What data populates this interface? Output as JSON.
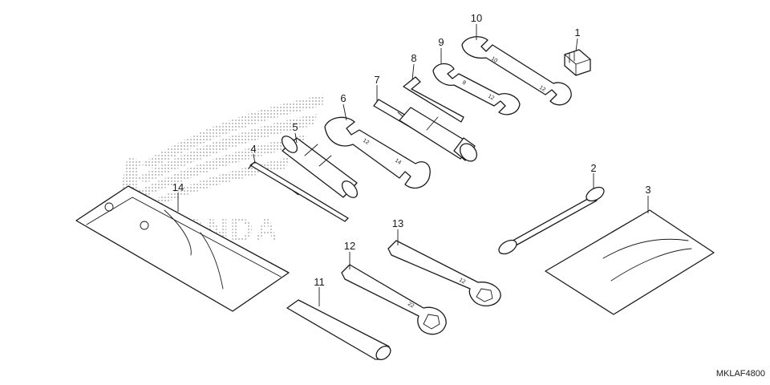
{
  "brand_mark": "HONDA",
  "diagram_code": "MKLAF4800",
  "callouts": [
    "1",
    "2",
    "3",
    "4",
    "5",
    "6",
    "7",
    "8",
    "9",
    "10",
    "11",
    "12",
    "13",
    "14"
  ],
  "size_stamps": {
    "wrench_6": [
      "12",
      "14"
    ],
    "wrench_9": [
      "8",
      "12"
    ],
    "wrench_10": [
      "10",
      "12"
    ],
    "wrench_12": [
      "22"
    ],
    "wrench_13": [
      "12"
    ]
  }
}
